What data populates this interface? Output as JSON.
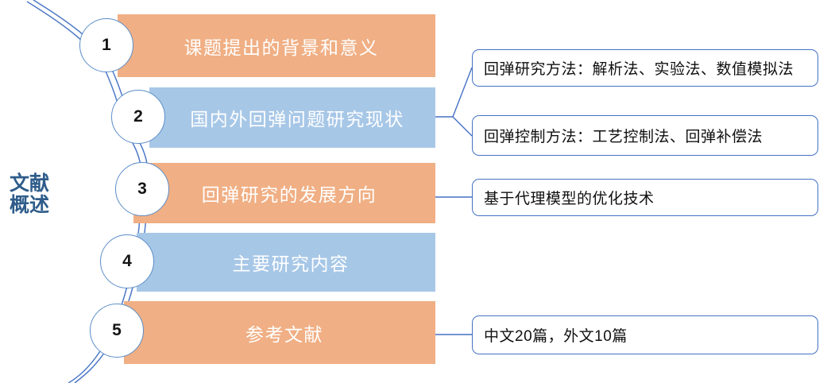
{
  "diagram": {
    "side_title": "文献\n概述",
    "side_title_color": "#2E5C8A",
    "colors": {
      "orange": "#F0AF84",
      "blue": "#A7C7E7",
      "circle_stroke": "#5B8DC8",
      "connector": "#4472C4",
      "box_border": "#4472C4",
      "bar_text": "#FFFFFF"
    },
    "steps": [
      {
        "number": "1",
        "label": "课题提出的背景和意义",
        "color": "orange"
      },
      {
        "number": "2",
        "label": "国内外回弹问题研究现状",
        "color": "blue"
      },
      {
        "number": "3",
        "label": "回弹研究的发展方向",
        "color": "orange"
      },
      {
        "number": "4",
        "label": "主要研究内容",
        "color": "blue"
      },
      {
        "number": "5",
        "label": "参考文献",
        "color": "orange"
      }
    ],
    "callouts": [
      {
        "text": "回弹研究方法：解析法、实验法、数值模拟法",
        "from_step": "2"
      },
      {
        "text": "回弹控制方法：工艺控制法、回弹补偿法",
        "from_step": "2"
      },
      {
        "text": "基于代理模型的优化技术",
        "from_step": "3"
      },
      {
        "text": "中文20篇，外文10篇",
        "from_step": "5"
      }
    ]
  }
}
